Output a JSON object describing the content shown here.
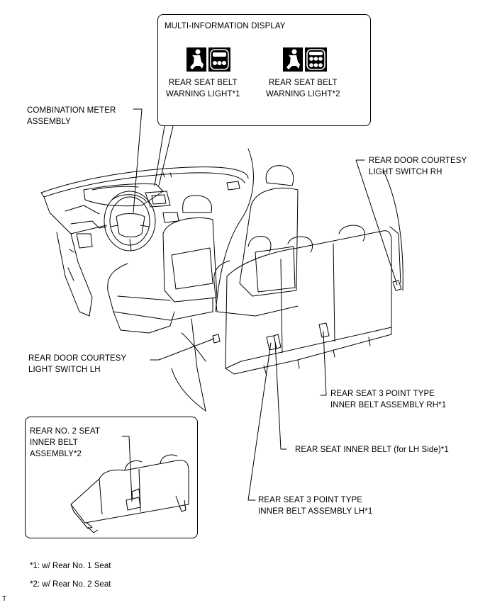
{
  "mid_box": {
    "title": "MULTI-INFORMATION DISPLAY",
    "light1_label": "REAR SEAT BELT\nWARNING LIGHT*1",
    "light2_label": "REAR SEAT BELT\nWARNING LIGHT*2"
  },
  "callouts": {
    "combination_meter": "COMBINATION METER\nASSEMBLY",
    "door_switch_rh": "REAR DOOR COURTESY\nLIGHT SWITCH RH",
    "door_switch_lh": "REAR DOOR COURTESY\nLIGHT SWITCH LH",
    "seat3pt_rh": "REAR SEAT 3 POINT TYPE\nINNER BELT ASSEMBLY RH*1",
    "inner_belt_lh_side": "REAR SEAT INNER BELT (for LH Side)*1",
    "seat3pt_lh": "REAR SEAT 3 POINT TYPE\nINNER BELT ASSEMBLY LH*1"
  },
  "inset": {
    "label": "REAR NO. 2 SEAT\nINNER BELT\nASSEMBLY*2"
  },
  "footnotes": {
    "note1": "*1: w/ Rear No. 1 Seat",
    "note2": "*2: w/ Rear No. 2 Seat"
  },
  "corner_mark": "T",
  "icons": [
    "seatbelt-icon",
    "rear-seats-icon"
  ]
}
